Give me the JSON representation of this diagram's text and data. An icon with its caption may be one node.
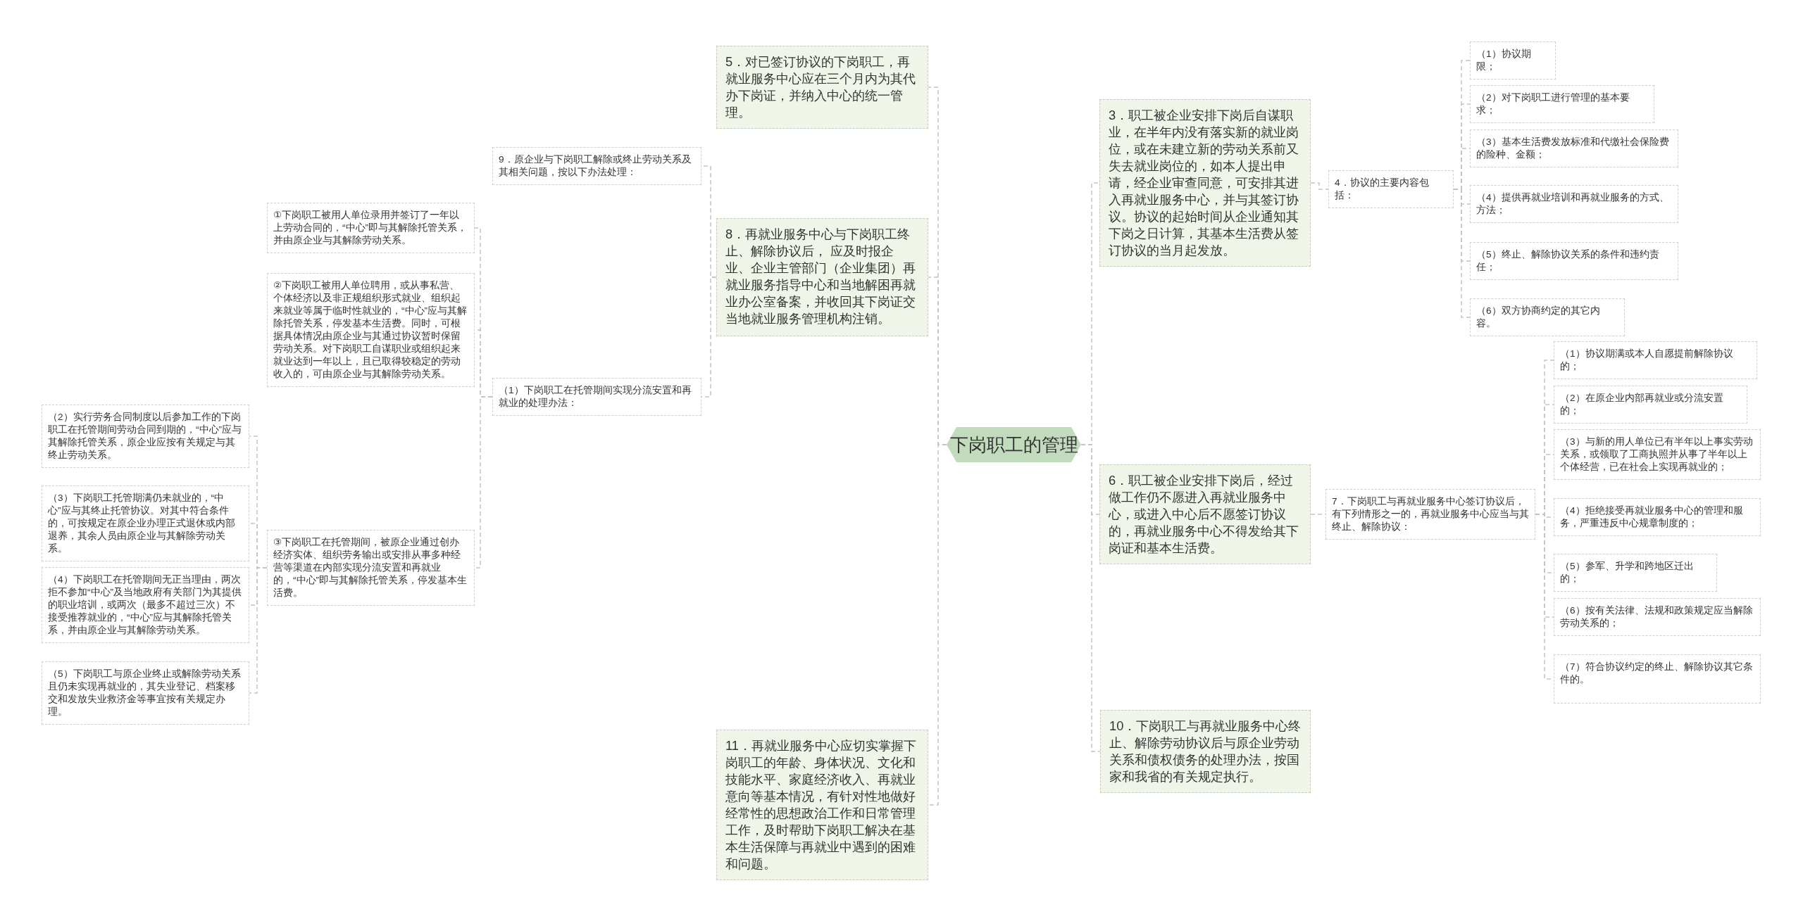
{
  "diagram": {
    "nodes": [
      {
        "text": [
          "下岗职工的管理"
        ]
      },
      {
        "text": [
          "5．对已签订协议的下岗职工，再就业服务中心应在三个月内为其代办下岗证，并纳入中心的统一管理。"
        ]
      },
      {
        "text": [
          "8．再就业服务中心与下岗职工终止、解除协议后， 应及时报企业、企业主管部门（企业集团）再就业服务指导中心和当地解困再就业办公室备案，并收回其下岗证交当地就业服务管理机构注销。"
        ]
      },
      {
        "text": [
          "9．原企业与下岗职工解除或终止劳动关系及其相关问题，按以下办法处理："
        ]
      },
      {
        "text": [
          "（1）下岗职工在托管期间实现分流安置和再就业的处理办法："
        ]
      },
      {
        "text": [
          "①下岗职工被用人单位录用并签订了一年以上劳动合同的，“中心”即与其解除托管关系，并由原企业与其解除劳动关系。"
        ]
      },
      {
        "text": [
          "②下岗职工被用人单位聘用，或从事私营、个体经济以及非正规组织形式就业、组织起来就业等属于临时性就业的，“中心”应与其解除托管关系，停发基本生活费。同时，可根据具体情况由原企业与其通过协议暂时保留劳动关系。对下岗职工自谋职业或组织起来就业达到一年以上，且已取得较稳定的劳动收入的，可由原企业与其解除劳动关系。"
        ]
      },
      {
        "text": [
          "③下岗职工在托管期间，被原企业通过创办经济实体、组织劳务输出或安排从事多种经营等渠道在内部实现分流安置和再就业的，“中心”即与其解除托管关系，停发基本生活费。"
        ]
      },
      {
        "text": [
          "（2）实行劳务合同制度以后参加工作的下岗职工在托管期间劳动合同到期的，“中心”应与其解除托管关系，原企业应按有关规定与其终止劳动关系。"
        ]
      },
      {
        "text": [
          "（3）下岗职工托管期满仍未就业的，“中心”应与其终止托管协议。对其中符合条件的，可按规定在原企业办理正式退休或内部退养，其余人员由原企业与其解除劳动关系。"
        ]
      },
      {
        "text": [
          "（4）下岗职工在托管期间无正当理由，两次拒不参加“中心”及当地政府有关部门为其提供的职业培训，或两次（最多不超过三次）不接受推荐就业的，“中心”应与其解除托管关系，并由原企业与其解除劳动关系。"
        ]
      },
      {
        "text": [
          "（5）下岗职工与原企业终止或解除劳动关系且仍未实现再就业的，其失业登记、档案移交和发放失业救济金等事宜按有关规定办理。"
        ]
      },
      {
        "text": [
          "11．再就业服务中心应切实掌握下岗职工的年龄、身体状况、文化和技能水平、家庭经济收入、再就业意向等基本情况，有针对性地做好经常性的思想政治工作和日常管理工作，及时帮助下岗职工解决在基本生活保障与再就业中遇到的困难和问题。"
        ]
      },
      {
        "text": [
          "3．职工被企业安排下岗后自谋职业，在半年内没有落实新的就业岗位，或在未建立新的劳动关系前又失去就业岗位的，如本人提出申请，经企业审查同意，可安排其进入再就业服务中心，并与其签订协议。协议的起始时间从企业通知其下岗之日计算，其基本生活费从签订协议的当月起发放。"
        ]
      },
      {
        "text": [
          "4．协议的主要内容包括："
        ]
      },
      {
        "text": [
          "（1）协议期限；"
        ]
      },
      {
        "text": [
          "（2）对下岗职工进行管理的基本要求；"
        ]
      },
      {
        "text": [
          "（3）基本生活费发放标准和代缴社会保险费的险种、金额；"
        ]
      },
      {
        "text": [
          "（4）提供再就业培训和再就业服务的方式、方法；"
        ]
      },
      {
        "text": [
          "（5）终止、解除协议关系的条件和违约责任；"
        ]
      },
      {
        "text": [
          "（6）双方协商约定的其它内容。"
        ]
      },
      {
        "text": [
          "6．职工被企业安排下岗后，经过做工作仍不愿进入再就业服务中心，或进入中心后不愿签订协议的，再就业服务中心不得发给其下岗证和基本生活费。"
        ]
      },
      {
        "text": [
          "7．下岗职工与再就业服务中心签订协议后，有下列情形之一的，再就业服务中心应当与其终止、解除协议："
        ]
      },
      {
        "text": [
          "（1）协议期满或本人自愿提前解除协议的；"
        ]
      },
      {
        "text": [
          "（2）在原企业内部再就业或分流安置的；"
        ]
      },
      {
        "text": [
          "（3）与新的用人单位已有半年以上事实劳动关系，或领取了工商执照并从事了半年以上个体经营，已在社会上实现再就业的；"
        ]
      },
      {
        "text": [
          "（4）拒绝接受再就业服务中心的管理和服务，严重违反中心规章制度的；"
        ]
      },
      {
        "text": [
          "（5）参军、升学和跨地区迁出的；"
        ]
      },
      {
        "text": [
          "（6）按有关法律、法规和政策规定应当解除劳动关系的；"
        ]
      },
      {
        "text": [
          "（7）符合协议约定的终止、解除协议其它条件的。"
        ]
      },
      {
        "text": [
          "10．下岗职工与再就业服务中心终止、解除劳动协议后与原企业劳动关系和债权债务的处理办法，按国家和我省的有关规定执行。"
        ]
      }
    ],
    "edges": [
      {
        "from": 0,
        "to": 1,
        "arrow": "none"
      },
      {
        "from": 0,
        "to": 2,
        "arrow": "none"
      },
      {
        "from": 0,
        "to": 12,
        "arrow": "none"
      },
      {
        "from": 2,
        "to": 3,
        "arrow": "none"
      },
      {
        "from": 2,
        "to": 4,
        "arrow": "none"
      },
      {
        "from": 4,
        "to": 5,
        "arrow": "none"
      },
      {
        "from": 4,
        "to": 6,
        "arrow": "none"
      },
      {
        "from": 4,
        "to": 7,
        "arrow": "none"
      },
      {
        "from": 7,
        "to": 8,
        "arrow": "none"
      },
      {
        "from": 7,
        "to": 9,
        "arrow": "none"
      },
      {
        "from": 7,
        "to": 10,
        "arrow": "none"
      },
      {
        "from": 7,
        "to": 11,
        "arrow": "none"
      },
      {
        "from": 0,
        "to": 13,
        "arrow": "none"
      },
      {
        "from": 0,
        "to": 21,
        "arrow": "none"
      },
      {
        "from": 0,
        "to": 30,
        "arrow": "none"
      },
      {
        "from": 13,
        "to": 14,
        "arrow": "none"
      },
      {
        "from": 14,
        "to": 15,
        "arrow": "none"
      },
      {
        "from": 14,
        "to": 16,
        "arrow": "none"
      },
      {
        "from": 14,
        "to": 17,
        "arrow": "none"
      },
      {
        "from": 14,
        "to": 18,
        "arrow": "none"
      },
      {
        "from": 14,
        "to": 19,
        "arrow": "none"
      },
      {
        "from": 14,
        "to": 20,
        "arrow": "none"
      },
      {
        "from": 21,
        "to": 22,
        "arrow": "none"
      },
      {
        "from": 22,
        "to": 23,
        "arrow": "none"
      },
      {
        "from": 22,
        "to": 24,
        "arrow": "none"
      },
      {
        "from": 22,
        "to": 25,
        "arrow": "none"
      },
      {
        "from": 22,
        "to": 26,
        "arrow": "none"
      },
      {
        "from": 22,
        "to": 27,
        "arrow": "none"
      },
      {
        "from": 22,
        "to": 28,
        "arrow": "none"
      },
      {
        "from": 22,
        "to": 29,
        "arrow": "none"
      }
    ]
  }
}
